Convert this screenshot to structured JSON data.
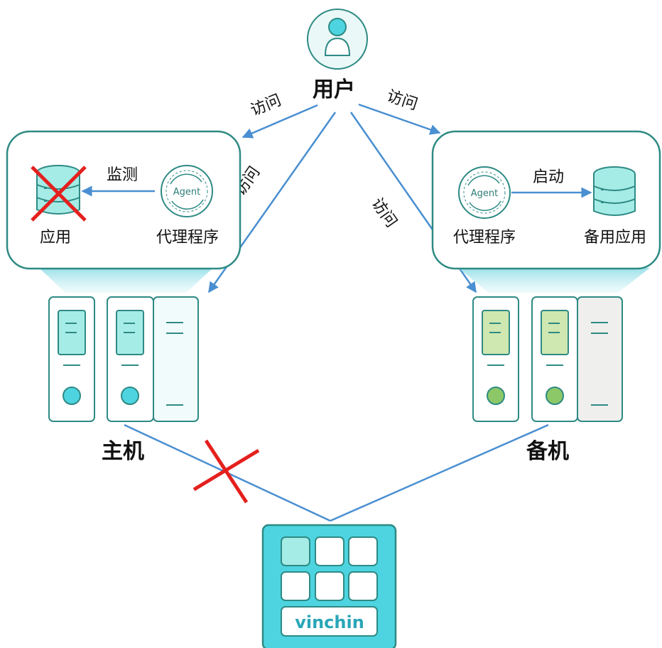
{
  "user": {
    "label": "用户"
  },
  "edges": {
    "access_left": "访问",
    "access_right": "访问",
    "access_diag_left": "访问",
    "access_diag_right": "访问",
    "monitor": "监测",
    "start": "启动"
  },
  "primary": {
    "app_label": "应用",
    "agent_label": "代理程序",
    "agent_icon_text": "Agent",
    "host_label": "主机"
  },
  "standby": {
    "agent_label": "代理程序",
    "agent_icon_text": "Agent",
    "backup_app_label": "备用应用",
    "host_label": "备机"
  },
  "appliance": {
    "brand": "vinchin"
  },
  "colors": {
    "accent": "#4a8fd1",
    "teal_border": "#2e8a84",
    "teal_fill": "#a6ece6",
    "green_fill": "#cfe7b0",
    "cross": "#e4201e",
    "appliance": "#4dd4e0"
  }
}
